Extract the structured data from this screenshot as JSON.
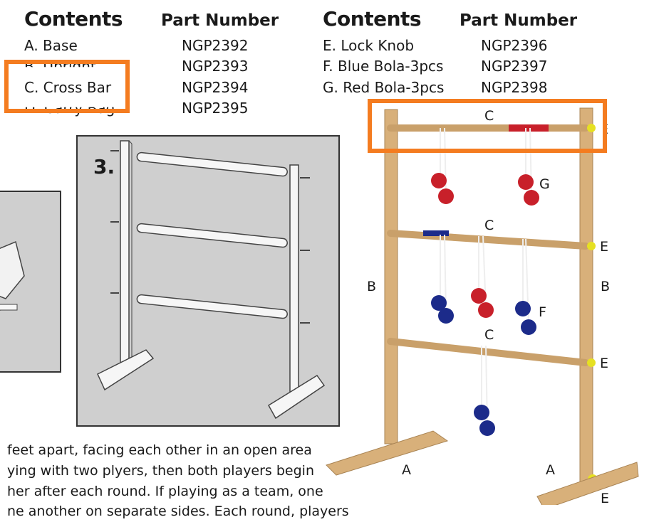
{
  "left_table": {
    "heading_contents": "Contents",
    "heading_part": "Part Number",
    "rows": [
      {
        "item": "A. Base",
        "part": "NGP2392"
      },
      {
        "item": "B. Upright",
        "part": "NGP2393"
      },
      {
        "item": "C. Cross Bar",
        "part": "NGP2394"
      },
      {
        "item": "D. Carry Bag",
        "part": "NGP2395"
      }
    ]
  },
  "right_table": {
    "heading_contents": "Contents",
    "heading_part": "Part Number",
    "rows": [
      {
        "item": "E. Lock Knob",
        "part": "NGP2396"
      },
      {
        "item": "F. Blue Bola-3pcs",
        "part": "NGP2397"
      },
      {
        "item": "G. Red Bola-3pcs",
        "part": "NGP2398"
      }
    ]
  },
  "step_number": "3.",
  "photo_labels": {
    "c_top": "C",
    "g": "G",
    "c_mid": "C",
    "e_mid": "E",
    "b_left": "B",
    "b_right": "B",
    "f": "F",
    "c_low": "C",
    "e_low": "E",
    "a_left": "A",
    "a_right": "A",
    "e_bottom": "E",
    "e_top": "E"
  },
  "paragraph": [
    "feet apart, facing each other in an open area",
    "ying with two plyers, then both players begin",
    "her after each round. If playing as a team, one",
    "ne another on separate sides. Each round, players"
  ],
  "colors": {
    "highlight": "#f47c20",
    "wood": "#d8b07a",
    "red_bola": "#c8202a",
    "blue_bola": "#1c2b8a",
    "knob": "#e6e022"
  }
}
